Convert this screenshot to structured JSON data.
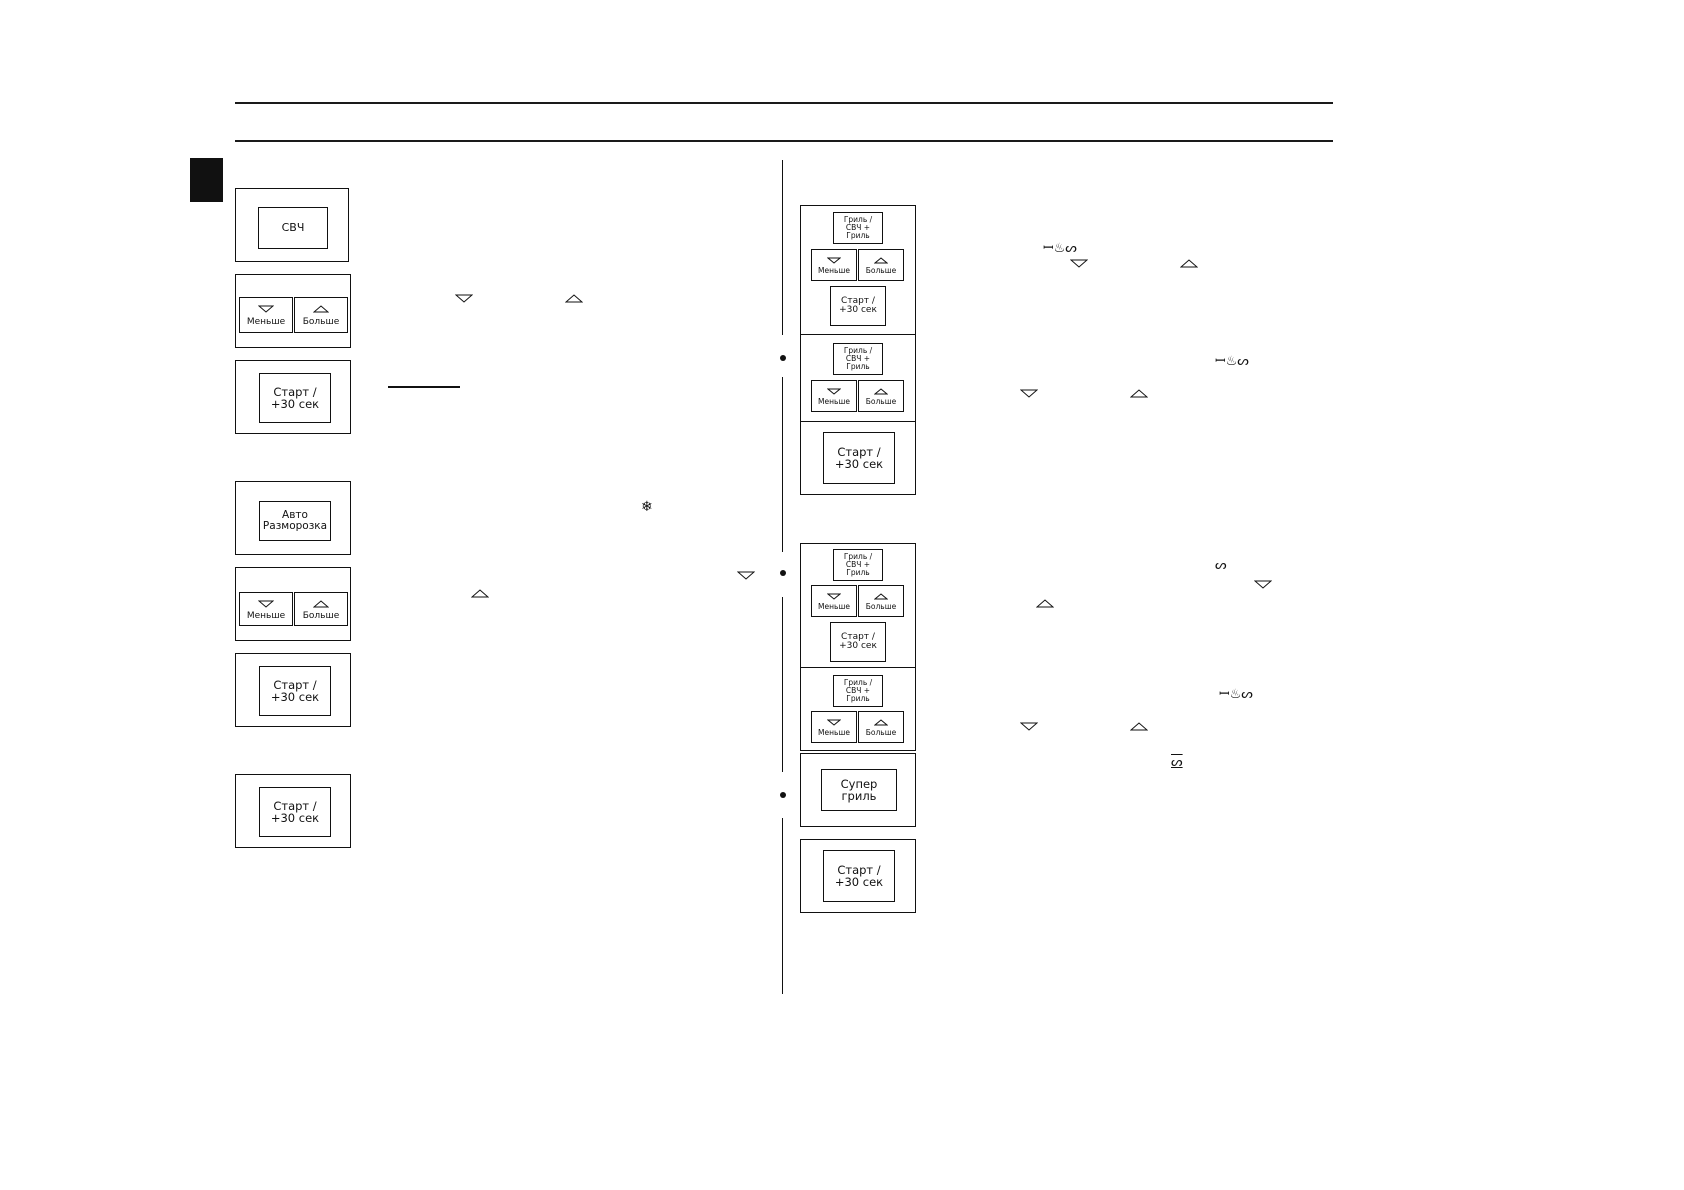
{
  "keys": {
    "microwave": "СВЧ",
    "less": "Меньше",
    "more": "Больше",
    "start": "Старт /\n+30 сек",
    "auto_defrost": "Авто\nРазморозка",
    "grill_combo": "Гриль /\nСВЧ + Гриль",
    "super_grill": "Супер\nгриль"
  },
  "icons": {
    "down": "down-triangle-icon",
    "up": "up-triangle-icon",
    "defrost": "defrost-icon",
    "grill": "grill-icon",
    "combo": "microwave-grill-icon",
    "super_grill": "super-grill-icon"
  }
}
